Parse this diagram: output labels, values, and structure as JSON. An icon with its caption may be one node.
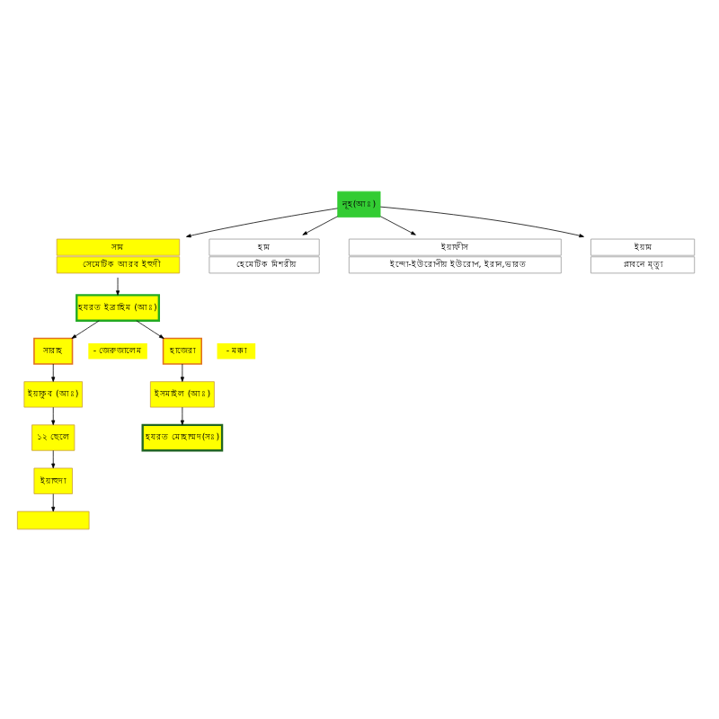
{
  "diagram": {
    "nodes": [
      {
        "text": [
          "নূহ(আঃ)"
        ]
      },
      {
        "text": [
          "সাম",
          "সেমেটিক আরব ইহুদী"
        ]
      },
      {
        "text": [
          "হাম",
          "হেমেটিক মিশরীয়"
        ]
      },
      {
        "text": [
          "ইয়াফীস",
          "ইন্দো-ইউরোপীয় ইউরোপ, ইরান,ভারত"
        ]
      },
      {
        "text": [
          "ইয়াম",
          "প্লাবনে মৃত্যু"
        ]
      },
      {
        "text": [
          "হযরত ইব্রাহিম (আঃ)"
        ]
      },
      {
        "text": [
          "সারাহ"
        ],
        "beside": [
          "- জেরুজালেম"
        ]
      },
      {
        "text": [
          "হাজেরা"
        ],
        "beside": [
          "- মক্কা"
        ]
      },
      {
        "text": [
          "ইয়াকুব (আঃ)"
        ]
      },
      {
        "text": [
          "১২ ছেলে"
        ]
      },
      {
        "text": [
          "ইয়াহুদা"
        ]
      },
      {
        "text": [],
        "shape": "box"
      },
      {
        "text": [
          "ইসমাইল (আঃ)"
        ]
      },
      {
        "text": [
          "হযরত মোহাম্মদ(সঃ)"
        ]
      }
    ],
    "edges": [
      {
        "from": 0,
        "to": 1,
        "arrow": "to"
      },
      {
        "from": 0,
        "to": 2,
        "arrow": "to"
      },
      {
        "from": 0,
        "to": 3,
        "arrow": "to"
      },
      {
        "from": 0,
        "to": 4,
        "arrow": "to"
      },
      {
        "from": 1,
        "to": 5,
        "arrow": "to"
      },
      {
        "from": 5,
        "to": 6,
        "arrow": "to"
      },
      {
        "from": 5,
        "to": 7,
        "arrow": "to"
      },
      {
        "from": 6,
        "to": 8,
        "arrow": "to"
      },
      {
        "from": 8,
        "to": 9,
        "arrow": "to"
      },
      {
        "from": 9,
        "to": 10,
        "arrow": "to"
      },
      {
        "from": 10,
        "to": 11,
        "arrow": "to"
      },
      {
        "from": 7,
        "to": 12,
        "arrow": "to"
      },
      {
        "from": 12,
        "to": 13,
        "arrow": "to"
      }
    ]
  }
}
